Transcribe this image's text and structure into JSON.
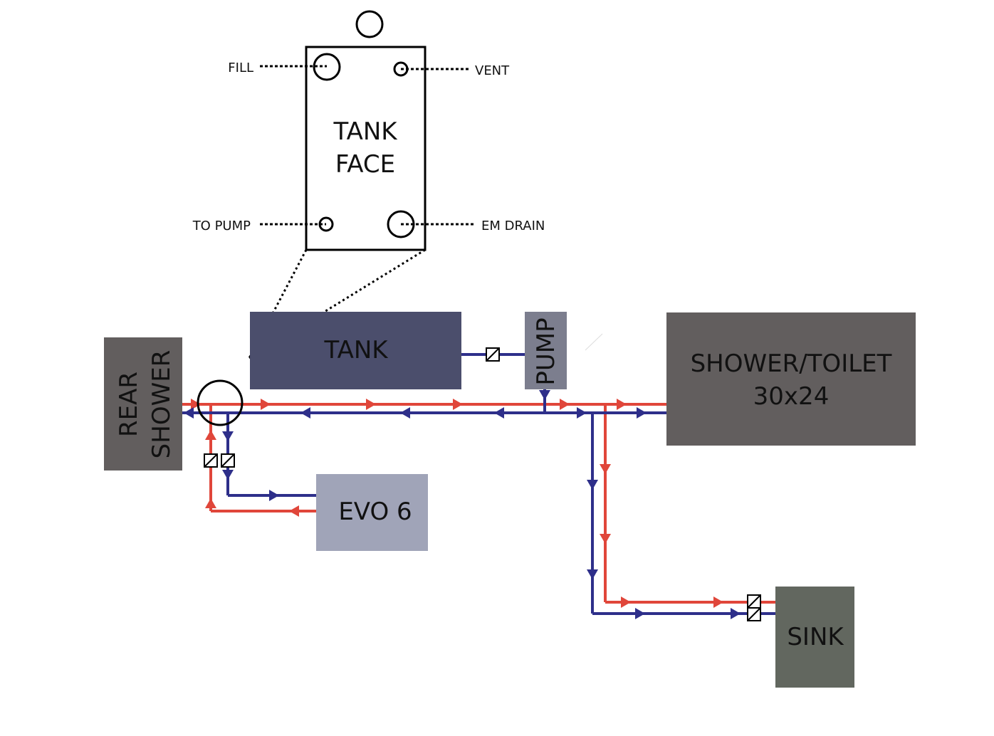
{
  "tank_face": {
    "title_line1": "TANK",
    "title_line2": "FACE",
    "port_fill": "FILL",
    "port_vent": "VENT",
    "port_to_pump": "TO PUMP",
    "port_em_drain": "EM DRAIN"
  },
  "components": {
    "tank": "TANK",
    "pump": "PUMP",
    "rear_shower_line1": "REAR",
    "rear_shower_line2": "SHOWER",
    "shower_toilet_line1": "SHOWER/TOILET",
    "shower_toilet_line2": "30x24",
    "heater": "EVO 6",
    "sink": "SINK"
  },
  "colors": {
    "hot_line": "#e0463a",
    "cold_line": "#2e2f8a",
    "tank_fill": "#4b4e6c",
    "pump_fill": "#7c7e8e",
    "shower_toilet_fill": "#625e5e",
    "rear_shower_fill": "#625e5e",
    "heater_fill": "#a0a4b8",
    "sink_fill": "#62675f"
  }
}
